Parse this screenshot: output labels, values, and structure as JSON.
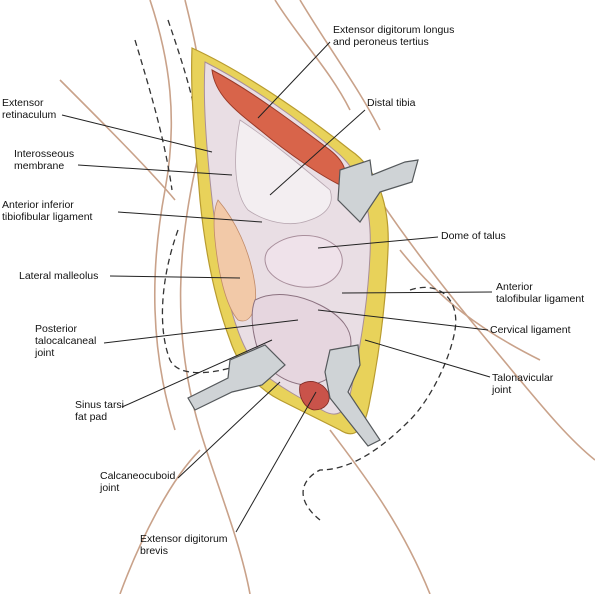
{
  "figure": {
    "labels": {
      "edl": [
        "Extensor digitorum longus",
        "and peroneus tertius"
      ],
      "extensor_retinaculum": [
        "Extensor",
        "retinaculum"
      ],
      "distal_tibia": [
        "Distal tibia"
      ],
      "interosseous_membrane": [
        "Interosseous",
        "membrane"
      ],
      "aitfl": [
        "Anterior inferior",
        "tibiofibular ligament"
      ],
      "dome_of_talus": [
        "Dome of talus"
      ],
      "lateral_malleolus": [
        "Lateral malleolus"
      ],
      "atfl": [
        "Anterior",
        "talofibular ligament"
      ],
      "cervical_ligament": [
        "Cervical ligament"
      ],
      "ptc_joint": [
        "Posterior",
        "talocalcaneal",
        "joint"
      ],
      "talonavicular_joint": [
        "Talonavicular",
        "joint"
      ],
      "sinus_tarsi": [
        "Sinus tarsi",
        "fat pad"
      ],
      "calcaneocuboid": [
        "Calcaneocuboid",
        "joint"
      ],
      "edb": [
        "Extensor digitorum",
        "brevis"
      ]
    },
    "colors": {
      "skin_line": "#c9a28a",
      "fat": "#e8d25a",
      "muscle": "#d8644a",
      "retractor": "#cfd3d6",
      "leader": "#222222"
    }
  }
}
